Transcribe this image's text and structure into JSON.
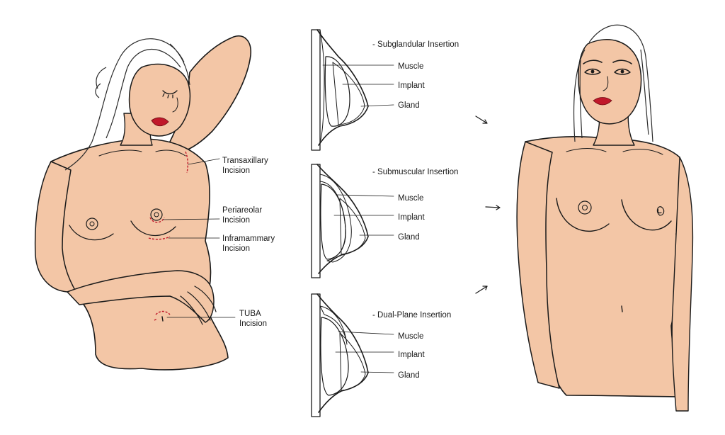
{
  "colors": {
    "skin": "#f3c6a6",
    "implant": "#b9dbe8",
    "gland": "#f7ecc4",
    "muscle": "#e9b8b2",
    "incision": "#c0182a",
    "lips": "#c0182a",
    "ink": "#1a1a1a"
  },
  "incisions": {
    "transaxillary": [
      "Transaxillary",
      "Incision"
    ],
    "periareolar": [
      "Periareolar",
      "Incision"
    ],
    "inframammary": [
      "Inframammary",
      "Incision"
    ],
    "tuba": [
      "TUBA",
      "Incision"
    ]
  },
  "insertions": [
    {
      "title": "- Subglandular Insertion",
      "muscle": "Muscle",
      "implant": "Implant",
      "gland": "Gland"
    },
    {
      "title": "- Submuscular Insertion",
      "muscle": "Muscle",
      "implant": "Implant",
      "gland": "Gland"
    },
    {
      "title": "- Dual-Plane Insertion",
      "muscle": "Muscle",
      "implant": "Implant",
      "gland": "Gland"
    }
  ],
  "icons": [
    "arrow-icon"
  ]
}
